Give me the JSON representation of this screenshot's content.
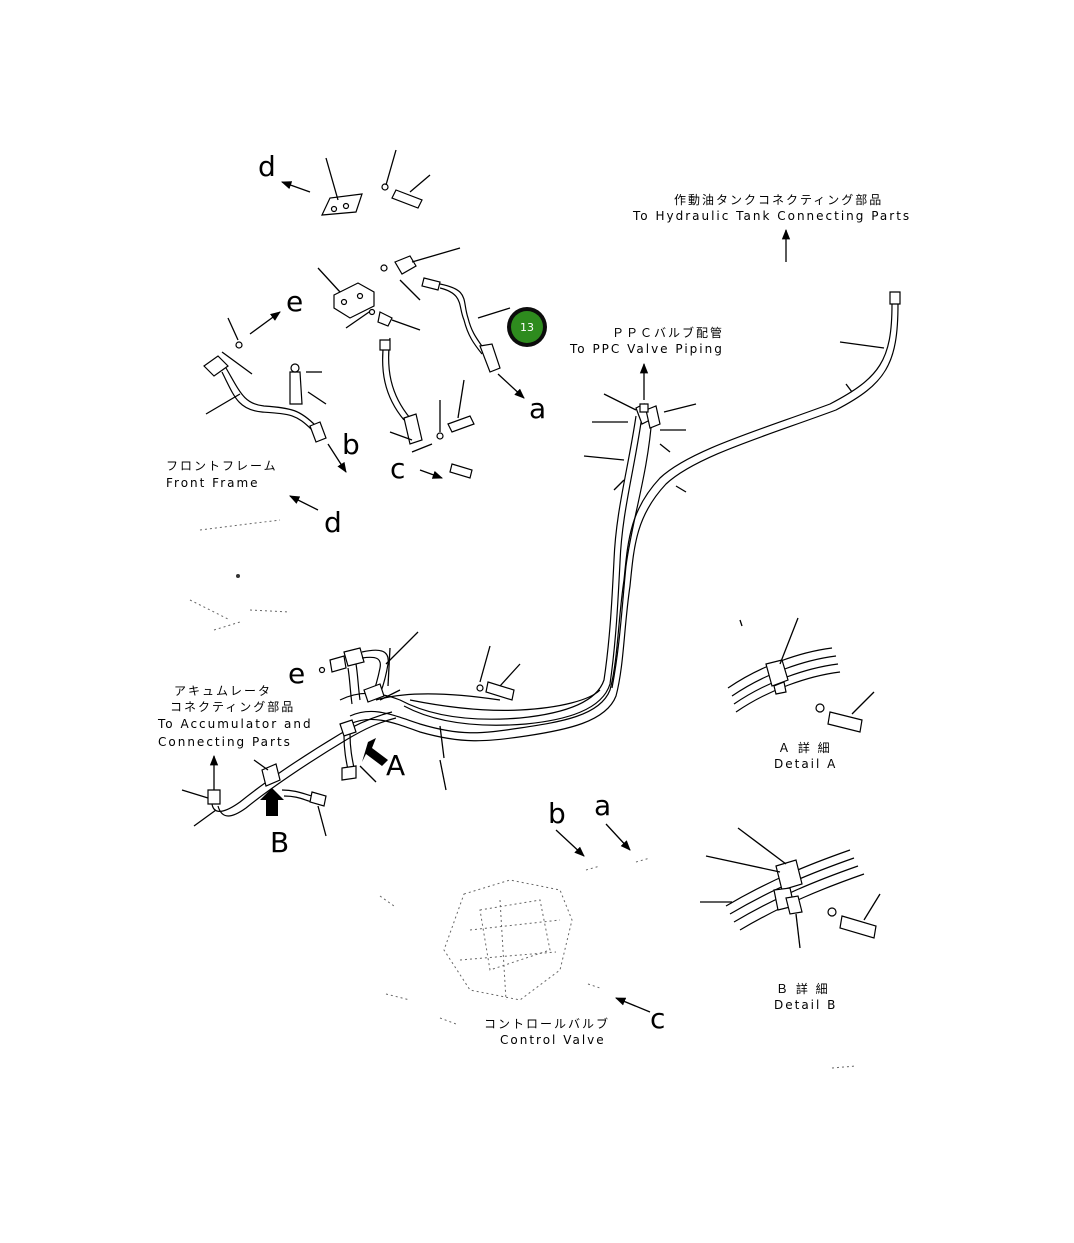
{
  "callout": {
    "number": "13",
    "fill": "#2e8b1e",
    "ring": "#0c0c0c"
  },
  "letters": {
    "d_top": "d",
    "e_top": "e",
    "a_top": "a",
    "b_top": "b",
    "c_top": "c",
    "d_mid": "d",
    "e_left": "e",
    "A_arrow": "A",
    "B_arrow": "B",
    "b_lower": "b",
    "a_lower": "a",
    "c_lower": "c"
  },
  "captions": {
    "hydraulic_tank_jp": "作動油タンクコネクティング部品",
    "hydraulic_tank_en": "To Hydraulic Tank Connecting Parts",
    "ppc_valve_jp": "ＰＰＣバルブ配管",
    "ppc_valve_en": "To PPC Valve Piping",
    "front_frame_jp": "フロントフレーム",
    "front_frame_en": "Front Frame",
    "accumulator_jp1": "アキュムレータ",
    "accumulator_jp2": "コネクティング部品",
    "accumulator_en1": "To Accumulator and",
    "accumulator_en2": "Connecting Parts",
    "detail_a_jp": "Ａ 詳 細",
    "detail_a_en": "Detail A",
    "detail_b_jp": "Ｂ 詳 細",
    "detail_b_en": "Detail B",
    "control_valve_jp": "コントロールバルブ",
    "control_valve_en": "Control Valve"
  }
}
